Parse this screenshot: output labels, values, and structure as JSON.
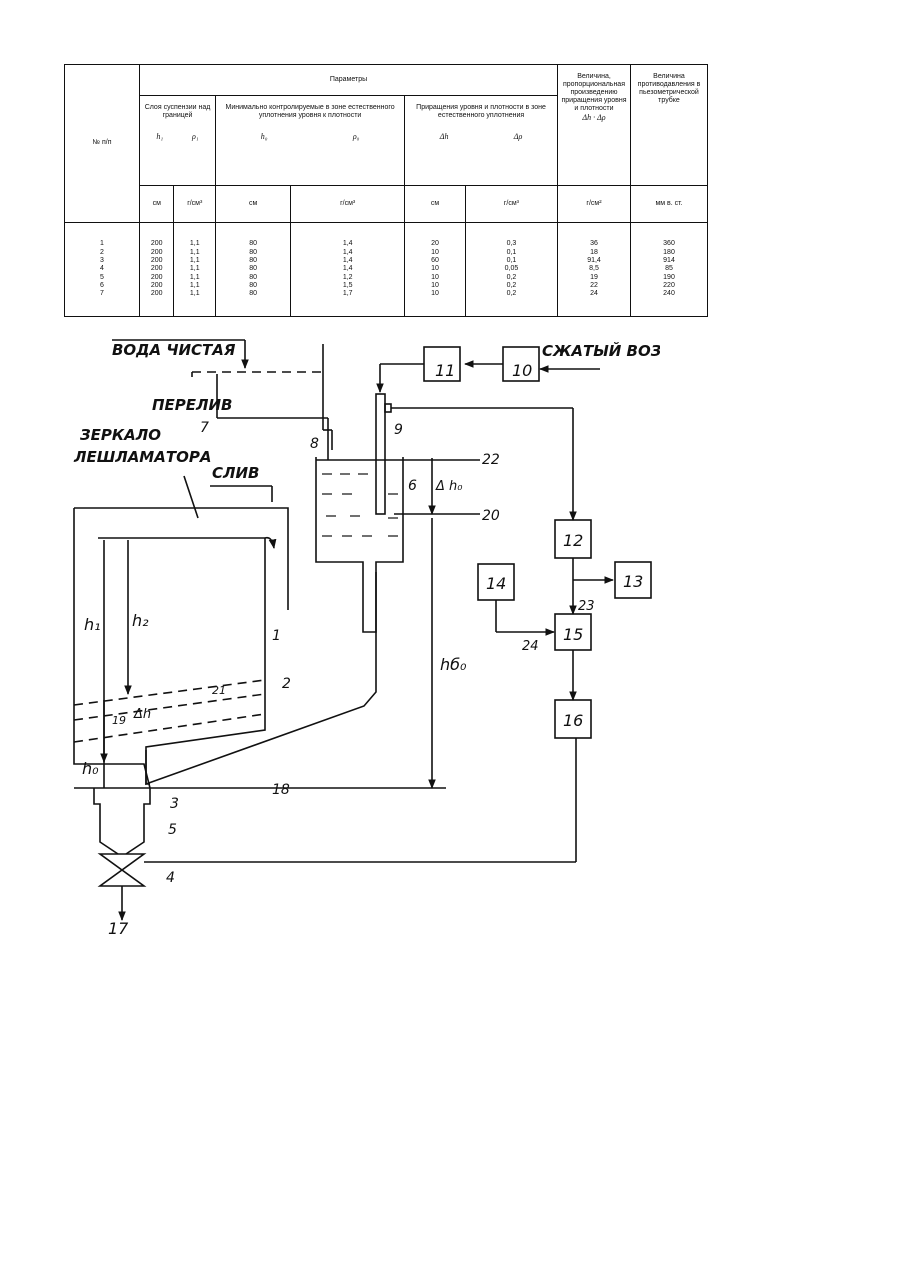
{
  "table": {
    "col_num": "№ п/п",
    "col_params": "Параметры",
    "group1": "Слоя суспензии над границей",
    "group2": "Минимально контролируемые в зоне естественного уплотнения уровня к плотности",
    "group3": "Приращения уровня и плотности в зоне естественного уплотнения",
    "col_proportional": "Величина, пропорциональная произведению приращения уровня и плотности",
    "col_counterpressure": "Величина противодавления в пьезометрической трубке",
    "sym_h1": "h₁",
    "sym_rho1": "ρ₁",
    "sym_h0": "h₀",
    "sym_rho0": "ρ₀",
    "sym_dh": "Δh",
    "sym_drho": "Δρ",
    "sym_product": "Δh · Δρ",
    "unit_cm1": "см",
    "unit_gcm3_1": "г/см³",
    "unit_cm2": "см",
    "unit_gcm3_2": "г/см³",
    "unit_cm3": "см",
    "unit_gcm3_3": "г/см³",
    "unit_gcm2": "г/см²",
    "unit_mm": "мм в. ст.",
    "rows": [
      [
        "1",
        "200",
        "1,1",
        "80",
        "1,4",
        "20",
        "0,3",
        "36",
        "360"
      ],
      [
        "2",
        "200",
        "1,1",
        "80",
        "1,4",
        "10",
        "0,1",
        "18",
        "180"
      ],
      [
        "3",
        "200",
        "1,1",
        "80",
        "1,4",
        "60",
        "0,1",
        "91,4",
        "914"
      ],
      [
        "4",
        "200",
        "1,1",
        "80",
        "1,4",
        "10",
        "0,05",
        "8,5",
        "85"
      ],
      [
        "5",
        "200",
        "1,1",
        "80",
        "1,2",
        "10",
        "0,2",
        "19",
        "190"
      ],
      [
        "6",
        "200",
        "1,1",
        "80",
        "1,5",
        "10",
        "0,2",
        "22",
        "220"
      ],
      [
        "7",
        "200",
        "1,1",
        "80",
        "1,7",
        "10",
        "0,2",
        "24",
        "240"
      ]
    ]
  },
  "diagram": {
    "water_clean": "ВОДА ЧИСТАЯ",
    "compressed_air": "СЖАТЫЙ ВОЗДУ",
    "overflow": "ПЕРЕЛИВ",
    "mirror_line1": "ЗЕРКАЛО",
    "mirror_line2": "ЛЕШЛАМАТОРА",
    "drain": "СЛИВ",
    "blocks": [
      "11",
      "10",
      "12",
      "13",
      "14",
      "15",
      "16"
    ],
    "refs": [
      "1",
      "2",
      "3",
      "4",
      "5",
      "6",
      "7",
      "8",
      "9",
      "17",
      "18",
      "19",
      "20",
      "21",
      "22",
      "23",
      "24"
    ],
    "dims": {
      "h1": "h₁",
      "h2": "h₂",
      "dh": "Δh",
      "h0": "h₀",
      "dh0": "Δ h₀",
      "hb0": "hб₀"
    }
  }
}
